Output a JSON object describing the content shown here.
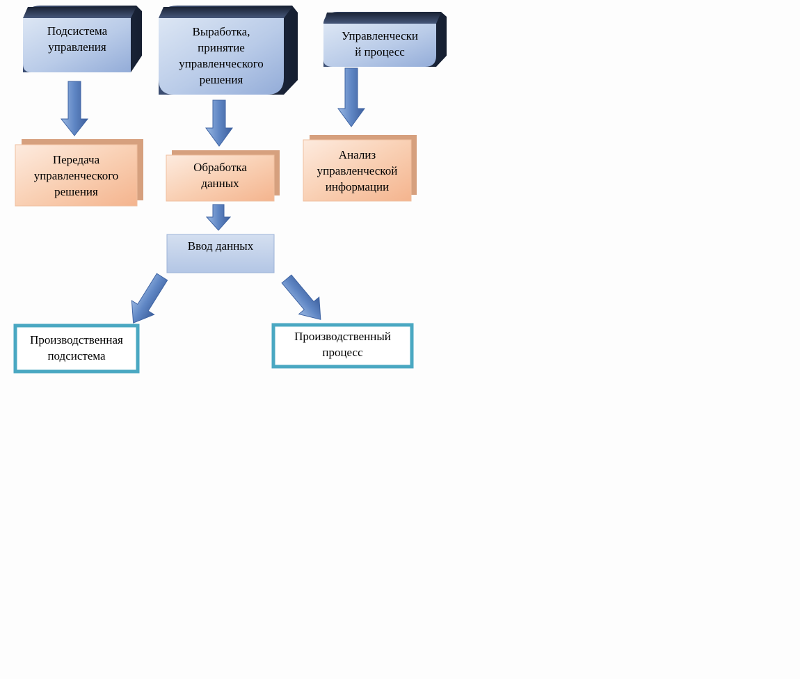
{
  "nodes": {
    "control_subsystem": "Подсистема\nуправления",
    "decision_making": "Выработка,\nпринятие\nуправленческого\nрешения",
    "management_process": "Управленчески\nй процесс",
    "decision_transfer": "Передача\nуправленческого\nрешения",
    "data_processing": "Обработка\nданных",
    "information_analysis": "Анализ\nуправленческой\nинформации",
    "data_input": "Ввод данных",
    "production_subsystem": "Производственная\nподсистема",
    "production_process": "Производственный\nпроцесс"
  },
  "colors": {
    "blue_box_light": "#d6e1f2",
    "blue_box_dark": "#9fb5dc",
    "blue_box_side": "#2a3a5a",
    "orange_box_light": "#fde2cf",
    "orange_box_dark": "#f6b896",
    "orange_box_shadow": "#d49c7c",
    "arrow_light": "#7ea2d6",
    "arrow_dark": "#3f64a3",
    "teal_border": "#4aa8c2"
  }
}
